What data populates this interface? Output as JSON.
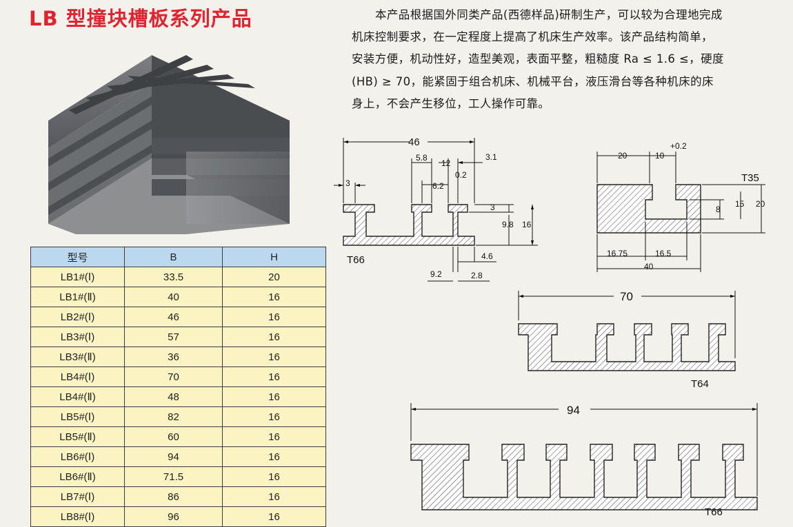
{
  "header": {
    "title": "LB 型撞块槽板系列产品"
  },
  "intro": {
    "text": "本产品根据国外同类产品(西德样品)研制生产，可以较为合理地完成机床控制要求，在一定程度上提高了机床生产效率。该产品结构简单，安装方便，机动性好，造型美观，表面平整，粗糙度 Ra ≤ 1.6 ≤，硬度(HB) ≥ 70，能紧固于组合机床、机械平台，液压滑台等各种机床的床身上，不会产生移位，工人操作可靠。"
  },
  "table": {
    "headers": [
      "型号",
      "B",
      "H"
    ],
    "rows": [
      [
        "LB1#(Ⅰ)",
        "33.5",
        "20"
      ],
      [
        "LB1#(Ⅱ)",
        "40",
        "16"
      ],
      [
        "LB2#(Ⅰ)",
        "46",
        "16"
      ],
      [
        "LB3#(Ⅰ)",
        "57",
        "16"
      ],
      [
        "LB3#(Ⅱ)",
        "36",
        "16"
      ],
      [
        "LB4#(Ⅰ)",
        "70",
        "16"
      ],
      [
        "LB4#(Ⅱ)",
        "48",
        "16"
      ],
      [
        "LB5#(Ⅰ)",
        "82",
        "16"
      ],
      [
        "LB5#(Ⅱ)",
        "60",
        "16"
      ],
      [
        "LB6#(Ⅰ)",
        "94",
        "16"
      ],
      [
        "LB6#(Ⅱ)",
        "71.5",
        "16"
      ],
      [
        "LB7#(Ⅰ)",
        "86",
        "16"
      ],
      [
        "LB8#(Ⅰ)",
        "96",
        "16"
      ]
    ]
  },
  "drawings": {
    "t66_small": {
      "name": "T66",
      "dims": [
        "46",
        "5.8",
        "12",
        "3.1",
        "3",
        "6.2",
        "0.2",
        "3",
        "9.8",
        "16",
        "4.6",
        "9.2",
        "2.8"
      ]
    },
    "t35": {
      "name": "T35",
      "dims": [
        "20",
        "10",
        "+0.2",
        "8",
        "15",
        "20",
        "16.75",
        "16.5",
        "40"
      ]
    },
    "t64": {
      "name": "T64",
      "width": "70"
    },
    "t66_large": {
      "name": "T66",
      "width": "94"
    }
  }
}
